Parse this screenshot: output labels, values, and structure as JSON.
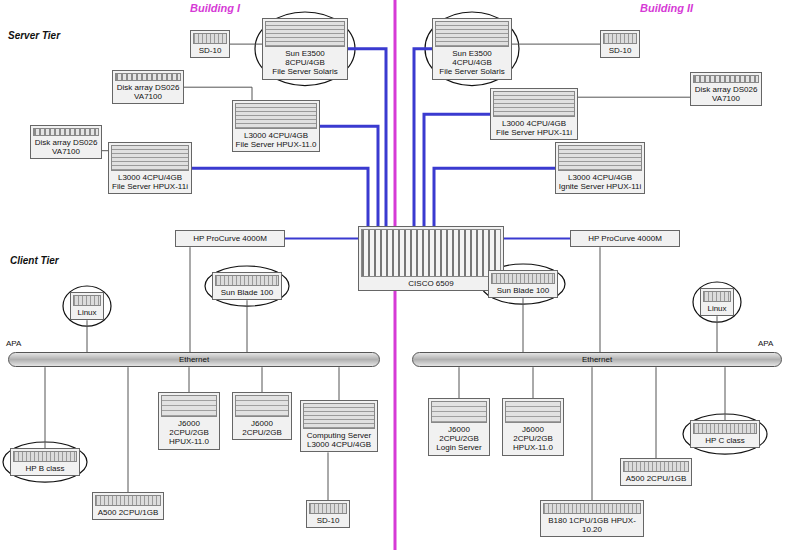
{
  "diagram": {
    "nodes": [
      {
        "text": [
          "SD-10"
        ]
      },
      {
        "text": [
          "Sun E3500 8CPU/4GB",
          "File Server Solaris"
        ]
      },
      {
        "text": [
          "Disk array DS026",
          "VA7100"
        ]
      },
      {
        "text": [
          "L3000 4CPU/4GB",
          "File Server HPUX-11.0"
        ]
      },
      {
        "text": [
          "Disk array DS026",
          "VA7100"
        ]
      },
      {
        "text": [
          "L3000 4CPU/4GB",
          "File Server HPUX-11i"
        ]
      },
      {
        "text": [
          "HP ProCurve 4000M"
        ]
      },
      {
        "text": [
          "CISCO 6509"
        ]
      },
      {
        "text": [
          "SD-10"
        ]
      },
      {
        "text": [
          "Sun E3500 4CPU/4GB",
          "File Server Solaris"
        ]
      },
      {
        "text": [
          "Disk array DS026",
          "VA7100"
        ]
      },
      {
        "text": [
          "L3000 4CPU/4GB",
          "File Server HPUX-11i"
        ]
      },
      {
        "text": [
          "L3000 4CPU/4GB",
          "Ignite Server HPUX-11i"
        ]
      },
      {
        "text": [
          "HP ProCurve 4000M"
        ]
      },
      {
        "text": [
          "Linux"
        ]
      },
      {
        "text": [
          "Sun Blade 100"
        ]
      },
      {
        "text": [
          "Ethernet"
        ]
      },
      {
        "text": [
          "HP B class"
        ]
      },
      {
        "text": [
          "A500 2CPU/1GB"
        ]
      },
      {
        "text": [
          "J6000 2CPU/2GB HPUX-11.0"
        ]
      },
      {
        "text": [
          "J6000 2CPU/2GB"
        ]
      },
      {
        "text": [
          "Computing Server",
          "L3000 4CPU/4GB"
        ]
      },
      {
        "text": [
          "SD-10"
        ]
      },
      {
        "text": [
          "Sun Blade 100"
        ]
      },
      {
        "text": [
          "Linux"
        ]
      },
      {
        "text": [
          "Ethernet"
        ]
      },
      {
        "text": [
          "J6000 2CPU/2GB",
          "Login Server"
        ]
      },
      {
        "text": [
          "J6000 2CPU/2GB HPUX-11.0"
        ]
      },
      {
        "text": [
          "HP C class"
        ]
      },
      {
        "text": [
          "A500 2CPU/1GB"
        ]
      },
      {
        "text": [
          "B180 1CPU/1GB HPUX-10.20"
        ]
      }
    ],
    "edges": [
      {
        "from": 0,
        "to": 1,
        "arrow": "none"
      },
      {
        "from": 1,
        "to": 7,
        "arrow": "none"
      },
      {
        "from": 2,
        "to": 3,
        "arrow": "none"
      },
      {
        "from": 3,
        "to": 7,
        "arrow": "none"
      },
      {
        "from": 4,
        "to": 5,
        "arrow": "none"
      },
      {
        "from": 5,
        "to": 7,
        "arrow": "none"
      },
      {
        "from": 6,
        "to": 7,
        "arrow": "none"
      },
      {
        "from": 8,
        "to": 9,
        "arrow": "none"
      },
      {
        "from": 9,
        "to": 7,
        "arrow": "none"
      },
      {
        "from": 10,
        "to": 11,
        "arrow": "none"
      },
      {
        "from": 11,
        "to": 7,
        "arrow": "none"
      },
      {
        "from": 12,
        "to": 7,
        "arrow": "none"
      },
      {
        "from": 13,
        "to": 7,
        "arrow": "none"
      },
      {
        "from": 14,
        "to": 16,
        "arrow": "none"
      },
      {
        "from": 15,
        "to": 16,
        "arrow": "none"
      },
      {
        "from": 6,
        "to": 16,
        "arrow": "none"
      },
      {
        "from": 16,
        "to": 17,
        "arrow": "none"
      },
      {
        "from": 16,
        "to": 18,
        "arrow": "none"
      },
      {
        "from": 16,
        "to": 19,
        "arrow": "none"
      },
      {
        "from": 16,
        "to": 20,
        "arrow": "none"
      },
      {
        "from": 16,
        "to": 21,
        "arrow": "none"
      },
      {
        "from": 21,
        "to": 22,
        "arrow": "none"
      },
      {
        "from": 23,
        "to": 25,
        "arrow": "none"
      },
      {
        "from": 24,
        "to": 25,
        "arrow": "none"
      },
      {
        "from": 13,
        "to": 25,
        "arrow": "none"
      },
      {
        "from": 25,
        "to": 26,
        "arrow": "none"
      },
      {
        "from": 25,
        "to": 27,
        "arrow": "none"
      },
      {
        "from": 25,
        "to": 28,
        "arrow": "none"
      },
      {
        "from": 25,
        "to": 29,
        "arrow": "none"
      },
      {
        "from": 25,
        "to": 30,
        "arrow": "none"
      }
    ],
    "labels": [
      "Building I",
      "Building II",
      "Server Tier",
      "Client Tier",
      "APA",
      "APA"
    ]
  }
}
